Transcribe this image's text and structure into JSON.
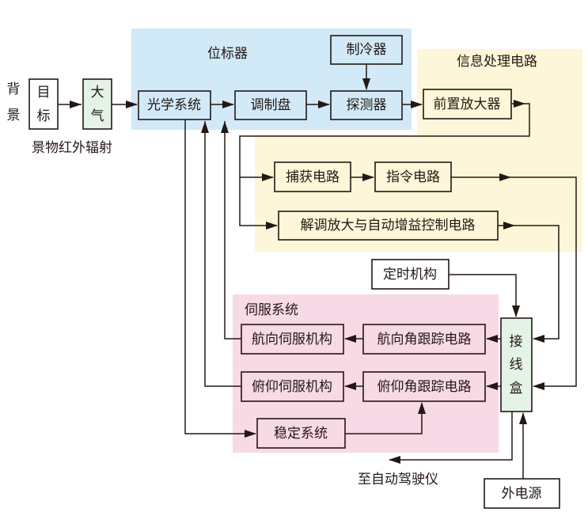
{
  "colors": {
    "seeker_region": "#d2e9f7",
    "signal_region": "#fdf6d8",
    "servo_region": "#f8d9e6",
    "junction_fill": "#e5f2e6",
    "line": "#231815"
  },
  "regions": {
    "seeker": "位标器",
    "signal_processing": "信息处理电路",
    "servo": "伺服系统"
  },
  "labels": {
    "background_char1": "背",
    "background_char2": "景",
    "scene_ir": "景物红外辐射",
    "to_autopilot": "至自动驾驶仪"
  },
  "blocks": {
    "target_1": "目",
    "target_2": "标",
    "atmosphere_1": "大",
    "atmosphere_2": "气",
    "optical_system": "光学系统",
    "reticle": "调制盘",
    "detector": "探测器",
    "cooler": "制冷器",
    "preamplifier": "前置放大器",
    "acquisition": "捕获电路",
    "command": "指令电路",
    "demod_agc": "解调放大与自动增益控制电路",
    "timer": "定时机构",
    "yaw_servo": "航向伺服机构",
    "yaw_tracking": "航向角跟踪电路",
    "pitch_servo": "俯仰伺服机构",
    "pitch_tracking": "俯仰角跟踪电路",
    "stabilizer": "稳定系统",
    "junction_1": "接",
    "junction_2": "线",
    "junction_3": "盒",
    "external_power": "外电源"
  }
}
